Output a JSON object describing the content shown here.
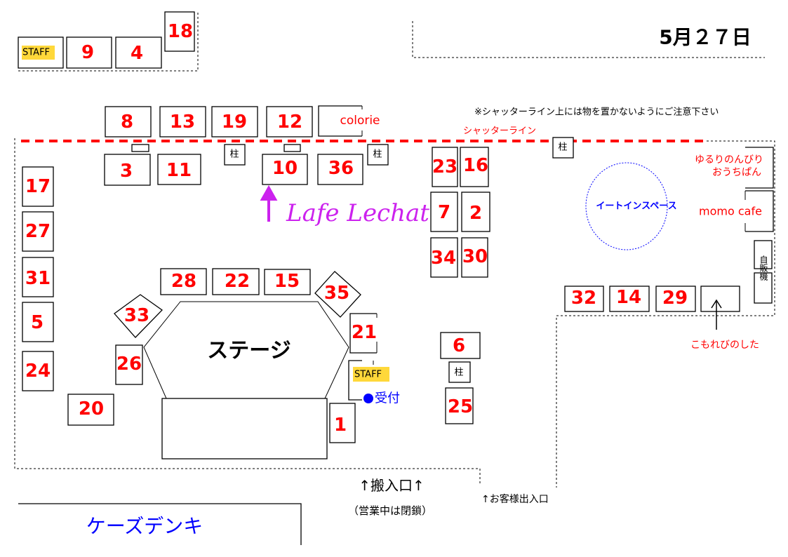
{
  "date": "5月２７日",
  "notice": "※シャッターライン上には物を置かないようにご注意下さい",
  "shutter_line": "シャッターライン",
  "staff": "STAFF",
  "pillar": "柱",
  "booths": {
    "b1": "1",
    "b2": "2",
    "b3": "3",
    "b4": "4",
    "b5": "5",
    "b6": "6",
    "b7": "7",
    "b8": "8",
    "b9": "9",
    "b10": "10",
    "b11": "11",
    "b12": "12",
    "b13": "13",
    "b14": "14",
    "b15": "15",
    "b16": "16",
    "b17": "17",
    "b18": "18",
    "b19": "19",
    "b20": "20",
    "b21": "21",
    "b22": "22",
    "b23": "23",
    "b24": "24",
    "b25": "25",
    "b26": "26",
    "b27": "27",
    "b28": "28",
    "b29": "29",
    "b30": "30",
    "b31": "31",
    "b32": "32",
    "b33": "33",
    "b34": "34",
    "b35": "35",
    "b36": "36"
  },
  "colorie": "colorie",
  "cafe_lechat": "Lafe Lechat",
  "stage": "ステージ",
  "reception": "受付",
  "eat_in": "イートインスペース",
  "yururi_1": "ゆるりのんびり",
  "yururi_2": "おうちぱん",
  "momo": "momo cafe",
  "vending": "自販機",
  "komorebi": "こもれびのした",
  "loading_entrance": "↑搬入口↑",
  "loading_note": "（営業中は閉鎖）",
  "customer_entrance": "↑お客様出入口",
  "ks_denki": "ケーズデンキ",
  "colors": {
    "booth_number": "#ff0000",
    "staff_bg": "#ffd83a",
    "magenta": "#cc22ee",
    "blue": "#0000ff"
  }
}
